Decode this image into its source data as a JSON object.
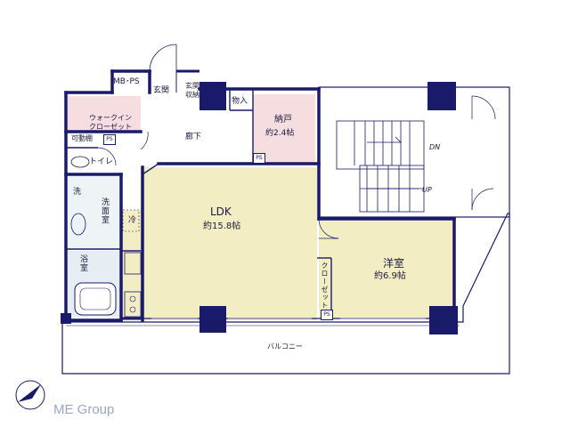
{
  "rooms": {
    "ldk": {
      "name": "LDK",
      "size": "約15.8帖"
    },
    "western": {
      "name": "洋室",
      "size": "約6.9帖"
    },
    "storage": {
      "name": "納戸",
      "size": "約2.4帖"
    },
    "corridor": "廊下",
    "entrance": "玄関",
    "entrance_storage": "玄関\n収納",
    "closet_in": "物入",
    "walkin": "ウォークイン\nクローゼット",
    "movable_shelf": "可動棚",
    "toilet": "トイレ",
    "washroom": "洗\n面\n室",
    "wash": "洗",
    "bath": "浴\n室",
    "fridge": "冷",
    "closet": "クローゼット",
    "mbps": "MB･PS",
    "balcony": "バルコニー"
  },
  "ps_labels": [
    "PS",
    "PS",
    "PS"
  ],
  "stairs": {
    "down": "DN",
    "up": "UP"
  },
  "brand": "ME Group",
  "colors": {
    "wall": "#1a1a6b",
    "ldk_fill": "#f3edc4",
    "storage_fill": "#f6dde0",
    "walkin_fill": "#f6dde0",
    "bath_fill": "#e6eef3",
    "logo": "#9aa6c8"
  }
}
